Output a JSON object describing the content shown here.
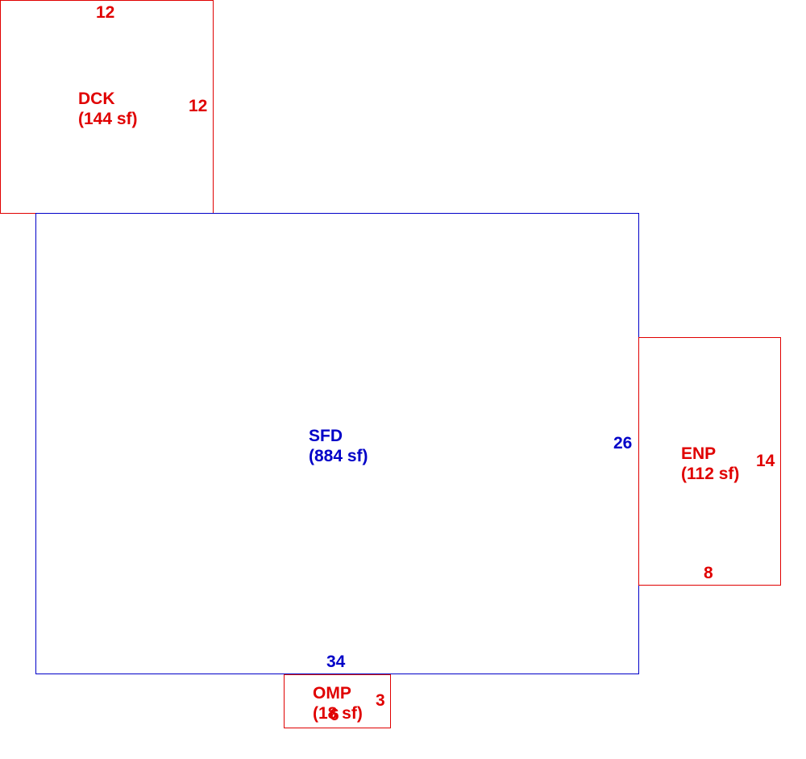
{
  "colors": {
    "living_area": "#0000c8",
    "other_area": "#e00000"
  },
  "areas": {
    "dck": {
      "name": "DCK",
      "area": "(144 sf)",
      "width": "12",
      "height": "12"
    },
    "sfd": {
      "name": "SFD",
      "area": "(884 sf)",
      "width": "34",
      "height": "26"
    },
    "enp": {
      "name": "ENP",
      "area": "(112 sf)",
      "width": "8",
      "height": "14"
    },
    "omp": {
      "name": "OMP",
      "area": "(18 sf)",
      "width": "6",
      "height": "3"
    }
  }
}
